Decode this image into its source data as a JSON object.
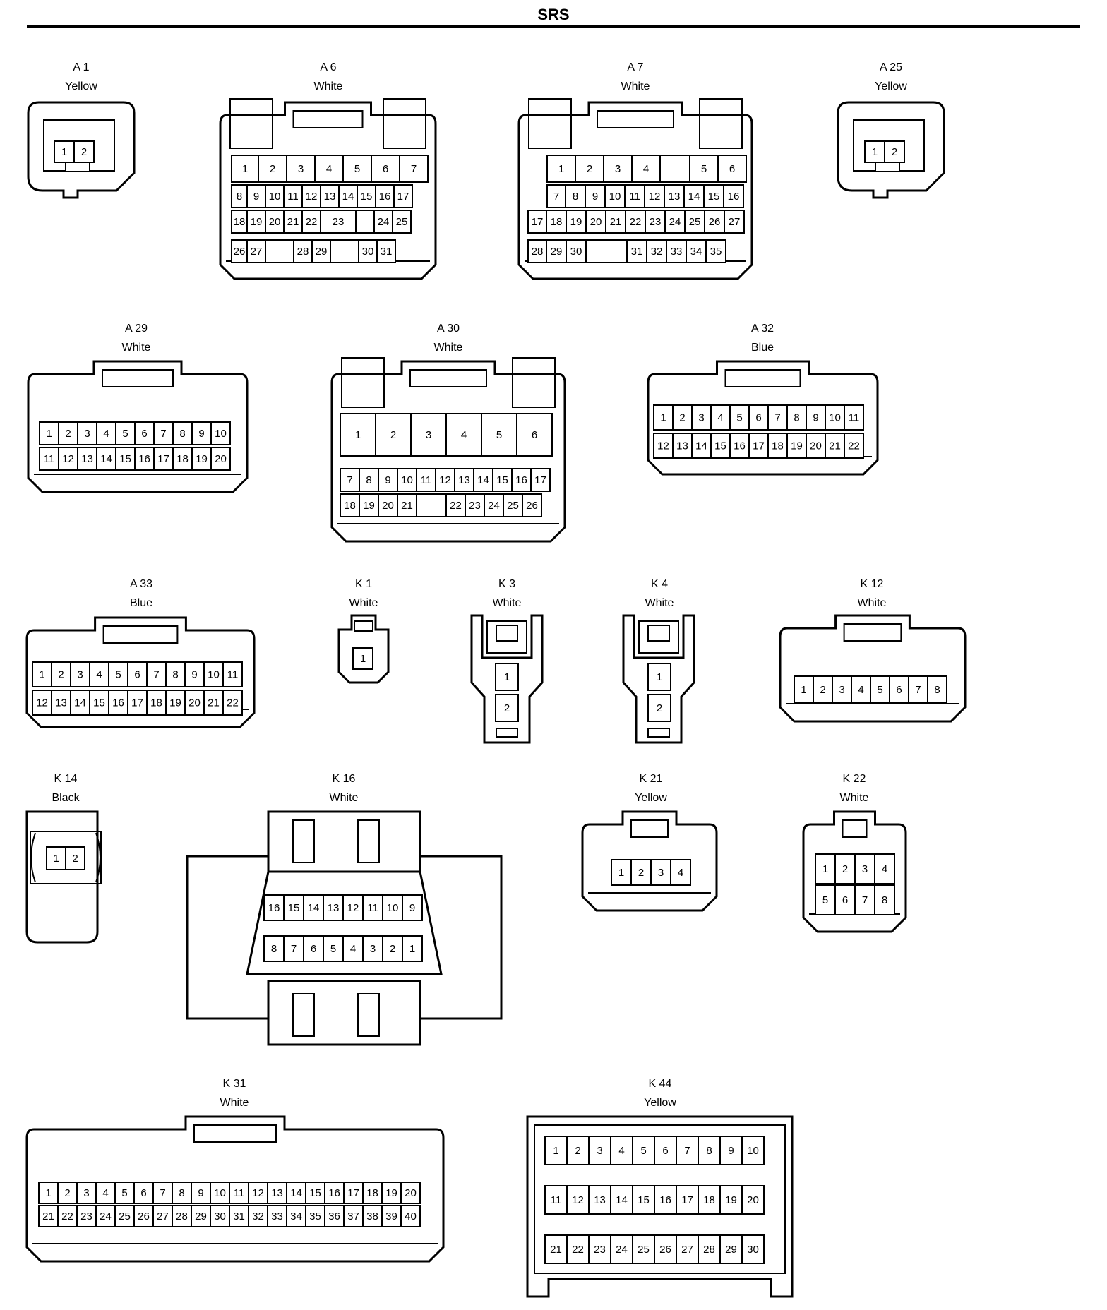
{
  "title": "SRS",
  "connectors": [
    {
      "id": "A 1",
      "color": "Yellow",
      "rows": [
        [
          "1",
          "2"
        ]
      ]
    },
    {
      "id": "A 6",
      "color": "White",
      "rows": [
        [
          "1",
          "2",
          "3",
          "4",
          "5",
          "6",
          "7"
        ],
        [
          "8",
          "9",
          "10",
          "11",
          "12",
          "13",
          "14",
          "15",
          "16",
          "17"
        ],
        [
          "18",
          "19",
          "20",
          "21",
          "22",
          "23",
          "",
          "24",
          "25"
        ],
        [
          "26",
          "27",
          "",
          "28",
          "29",
          "",
          "30",
          "31"
        ]
      ]
    },
    {
      "id": "A 7",
      "color": "White",
      "rows": [
        [
          "1",
          "2",
          "3",
          "4",
          "",
          "5",
          "6"
        ],
        [
          "7",
          "8",
          "9",
          "10",
          "11",
          "12",
          "13",
          "14",
          "15",
          "16"
        ],
        [
          "17",
          "18",
          "19",
          "20",
          "21",
          "22",
          "23",
          "24",
          "25",
          "26",
          "27"
        ],
        [
          "28",
          "29",
          "30",
          "",
          "31",
          "32",
          "33",
          "34",
          "35"
        ]
      ]
    },
    {
      "id": "A 25",
      "color": "Yellow",
      "rows": [
        [
          "1",
          "2"
        ]
      ]
    },
    {
      "id": "A 29",
      "color": "White",
      "rows": [
        [
          "1",
          "2",
          "3",
          "4",
          "5",
          "6",
          "7",
          "8",
          "9",
          "10"
        ],
        [
          "11",
          "12",
          "13",
          "14",
          "15",
          "16",
          "17",
          "18",
          "19",
          "20"
        ]
      ]
    },
    {
      "id": "A 30",
      "color": "White",
      "rows": [
        [
          "1",
          "2",
          "3",
          "4",
          "5",
          "6"
        ],
        [
          "7",
          "8",
          "9",
          "10",
          "11",
          "12",
          "13",
          "14",
          "15",
          "16",
          "17"
        ],
        [
          "18",
          "19",
          "20",
          "21",
          "",
          "22",
          "23",
          "24",
          "25",
          "26"
        ]
      ]
    },
    {
      "id": "A 32",
      "color": "Blue",
      "rows": [
        [
          "1",
          "2",
          "3",
          "4",
          "5",
          "6",
          "7",
          "8",
          "9",
          "10",
          "11"
        ],
        [
          "12",
          "13",
          "14",
          "15",
          "16",
          "17",
          "18",
          "19",
          "20",
          "21",
          "22"
        ]
      ]
    },
    {
      "id": "A 33",
      "color": "Blue",
      "rows": [
        [
          "1",
          "2",
          "3",
          "4",
          "5",
          "6",
          "7",
          "8",
          "9",
          "10",
          "11"
        ],
        [
          "12",
          "13",
          "14",
          "15",
          "16",
          "17",
          "18",
          "19",
          "20",
          "21",
          "22"
        ]
      ]
    },
    {
      "id": "K 1",
      "color": "White",
      "rows": [
        [
          "1"
        ]
      ]
    },
    {
      "id": "K 3",
      "color": "White",
      "rows": [
        [
          "1"
        ],
        [
          "2"
        ]
      ]
    },
    {
      "id": "K 4",
      "color": "White",
      "rows": [
        [
          "1"
        ],
        [
          "2"
        ]
      ]
    },
    {
      "id": "K 12",
      "color": "White",
      "rows": [
        [
          "1",
          "2",
          "3",
          "4",
          "5",
          "6",
          "7",
          "8"
        ]
      ]
    },
    {
      "id": "K 14",
      "color": "Black",
      "rows": [
        [
          "1",
          "2"
        ]
      ]
    },
    {
      "id": "K 16",
      "color": "White",
      "rows": [
        [
          "16",
          "15",
          "14",
          "13",
          "12",
          "11",
          "10",
          "9"
        ],
        [
          "8",
          "7",
          "6",
          "5",
          "4",
          "3",
          "2",
          "1"
        ]
      ]
    },
    {
      "id": "K 21",
      "color": "Yellow",
      "rows": [
        [
          "1",
          "2",
          "3",
          "4"
        ]
      ]
    },
    {
      "id": "K 22",
      "color": "White",
      "rows": [
        [
          "1",
          "2",
          "3",
          "4"
        ],
        [
          "5",
          "6",
          "7",
          "8"
        ]
      ]
    },
    {
      "id": "K 31",
      "color": "White",
      "rows": [
        [
          "1",
          "2",
          "3",
          "4",
          "5",
          "6",
          "7",
          "8",
          "9",
          "10",
          "11",
          "12",
          "13",
          "14",
          "15",
          "16",
          "17",
          "18",
          "19",
          "20"
        ],
        [
          "21",
          "22",
          "23",
          "24",
          "25",
          "26",
          "27",
          "28",
          "29",
          "30",
          "31",
          "32",
          "33",
          "34",
          "35",
          "36",
          "37",
          "38",
          "39",
          "40"
        ]
      ]
    },
    {
      "id": "K 44",
      "color": "Yellow",
      "rows": [
        [
          "1",
          "2",
          "3",
          "4",
          "5",
          "6",
          "7",
          "8",
          "9",
          "10"
        ],
        [
          "11",
          "12",
          "13",
          "14",
          "15",
          "16",
          "17",
          "18",
          "19",
          "20"
        ],
        [
          "21",
          "22",
          "23",
          "24",
          "25",
          "26",
          "27",
          "28",
          "29",
          "30"
        ]
      ]
    }
  ]
}
